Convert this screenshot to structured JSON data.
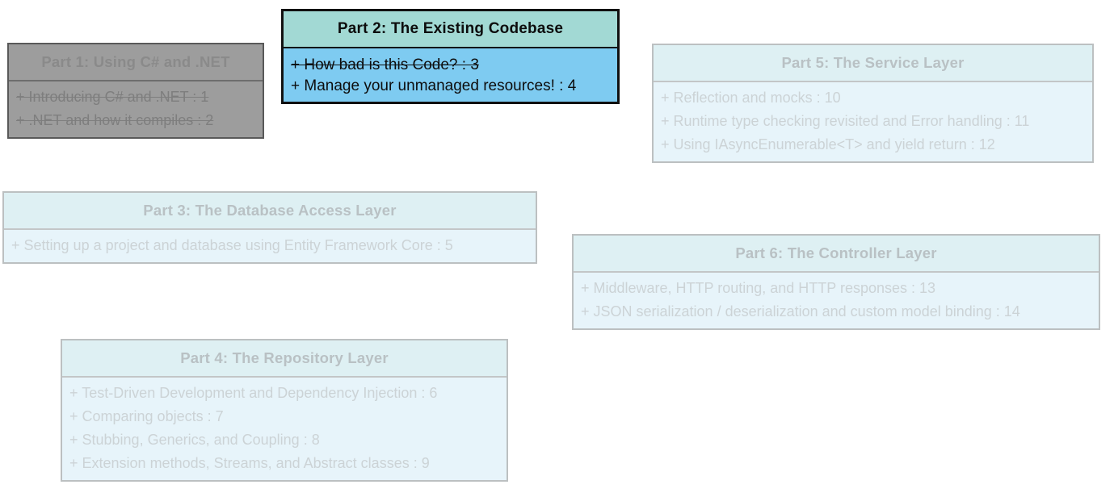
{
  "diagram": {
    "description": "Book roadmap diagram of parts and chapters",
    "parts": [
      {
        "id": "part1",
        "state": "done",
        "title": "Part 1: Using C# and .NET",
        "items": [
          {
            "text": "+ Introducing C# and .NET : 1",
            "struck": true
          },
          {
            "text": "+ .NET and how it compiles : 2",
            "struck": true
          }
        ],
        "colors": {
          "header_bg": "#9d9d9d",
          "body_bg": "#9d9d9d",
          "border": "#595959",
          "divider": "#6e6e6e",
          "title": "#8a8a8a",
          "item": "#7e7e7e"
        }
      },
      {
        "id": "part2",
        "state": "active",
        "title": "Part 2: The Existing Codebase",
        "items": [
          {
            "text": "+ How bad is this Code? : 3",
            "struck": true
          },
          {
            "text": "+ Manage your unmanaged resources! : 4",
            "struck": false
          }
        ],
        "colors": {
          "header_bg": "#a2d9d4",
          "body_bg": "#7ecbf1",
          "border": "#111111",
          "divider": "#111111",
          "title": "#0d0d0d",
          "item": "#0d0d0d"
        }
      },
      {
        "id": "part3",
        "state": "upcoming",
        "title": "Part 3: The Database Access Layer",
        "items": [
          {
            "text": "+ Setting up a project and database using Entity Framework Core : 5",
            "struck": false
          }
        ],
        "colors": {
          "header_bg": "#def0f3",
          "body_bg": "#e7f4fa",
          "border": "#bcc0c1",
          "divider": "#c3c6c7",
          "title": "#b9c1c4",
          "item": "#ccd3d6"
        }
      },
      {
        "id": "part4",
        "state": "upcoming",
        "title": "Part 4: The Repository Layer",
        "items": [
          {
            "text": "+ Test-Driven Development and Dependency Injection : 6",
            "struck": false
          },
          {
            "text": "+ Comparing objects : 7",
            "struck": false
          },
          {
            "text": "+ Stubbing, Generics, and Coupling : 8",
            "struck": false
          },
          {
            "text": "+ Extension methods, Streams, and Abstract classes : 9",
            "struck": false
          }
        ],
        "colors": {
          "header_bg": "#def0f3",
          "body_bg": "#e7f4fa",
          "border": "#bcc0c1",
          "divider": "#c3c6c7",
          "title": "#b9c1c4",
          "item": "#ccd3d6"
        }
      },
      {
        "id": "part5",
        "state": "upcoming",
        "title": "Part 5: The Service Layer",
        "items": [
          {
            "text": "+ Reflection and mocks : 10",
            "struck": false
          },
          {
            "text": "+ Runtime type checking revisited and Error handling : 11",
            "struck": false
          },
          {
            "text": "+ Using IAsyncEnumerable<T> and yield return : 12",
            "struck": false
          }
        ],
        "colors": {
          "header_bg": "#def0f3",
          "body_bg": "#e7f4fa",
          "border": "#bcc0c1",
          "divider": "#c3c6c7",
          "title": "#b9c1c4",
          "item": "#ccd3d6"
        }
      },
      {
        "id": "part6",
        "state": "upcoming",
        "title": "Part 6: The Controller Layer",
        "items": [
          {
            "text": "+ Middleware, HTTP routing, and HTTP responses : 13",
            "struck": false
          },
          {
            "text": "+ JSON serialization / deserialization and custom model binding : 14",
            "struck": false
          }
        ],
        "colors": {
          "header_bg": "#def0f3",
          "body_bg": "#e7f4fa",
          "border": "#bcc0c1",
          "divider": "#c3c6c7",
          "title": "#b9c1c4",
          "item": "#ccd3d6"
        }
      }
    ]
  }
}
